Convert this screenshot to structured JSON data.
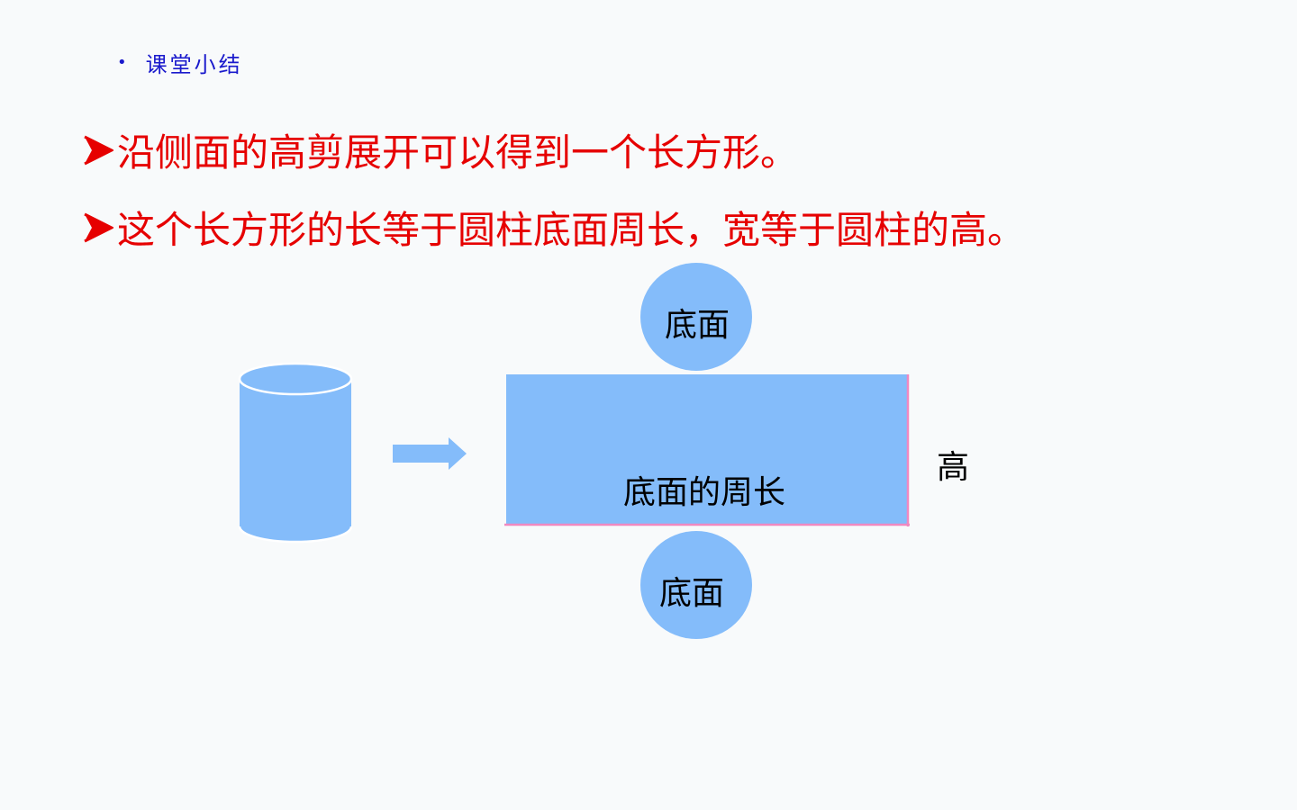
{
  "section": {
    "bullet": "•",
    "title": "课堂小结"
  },
  "points": [
    "沿侧面的高剪展开可以得到一个长方形。",
    "这个长方形的长等于圆柱底面周长，宽等于圆柱的高。"
  ],
  "diagram": {
    "top_circle_label": "底面",
    "bottom_circle_label": "底面",
    "rect_label": "底面的周长",
    "height_label": "高"
  },
  "colors": {
    "shape_fill": "#84bcfa",
    "outline_pink": "#f088c0",
    "text_red": "#e60000",
    "text_blue": "#1a1acc"
  }
}
